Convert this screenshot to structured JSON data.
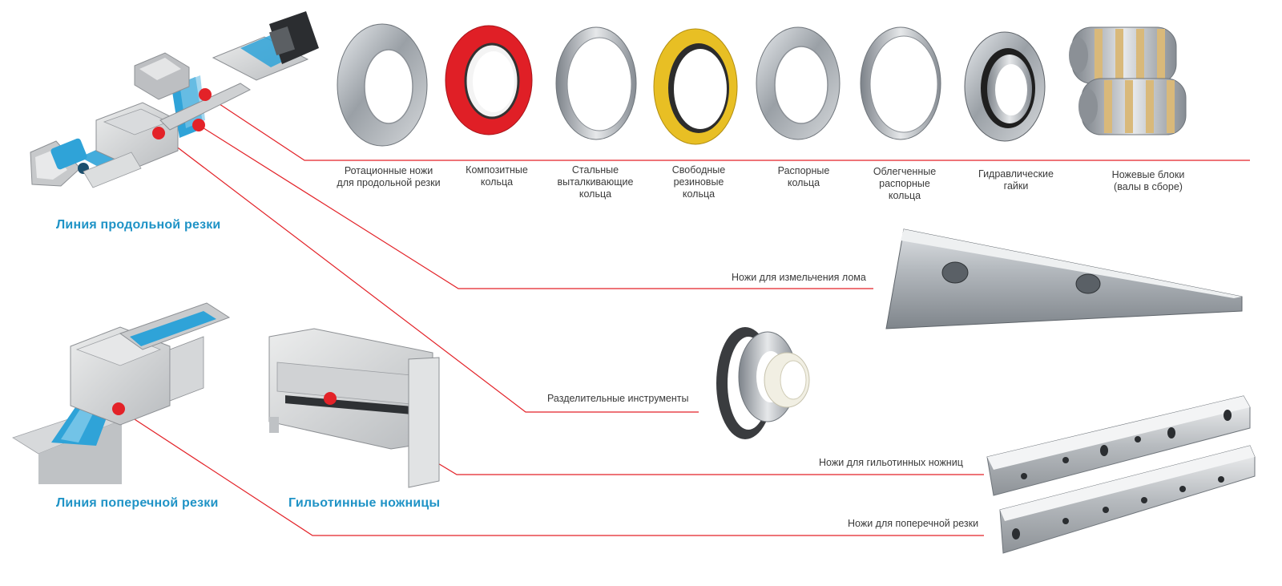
{
  "machines": {
    "slitting_line": "Линия продольной резки",
    "cut_to_length_line": "Линия поперечной резки",
    "guillotine": "Гильотинные ножницы"
  },
  "products": [
    "Ротационные ножи\nдля продольной резки",
    "Композитные\nкольца",
    "Стальные\nвыталкивающие\nкольца",
    "Свободные\nрезиновые\nкольца",
    "Распорные\nкольца",
    "Облегченные\nраспорные\nкольца",
    "Гидравлические\nгайки",
    "Ножевые блоки\n(валы в сборе)"
  ],
  "callouts": {
    "scrap_knives": "Ножи для измельчения лома",
    "separating_tools": "Разделительные инструменты",
    "guillotine_knives": "Ножи для гильотинных ножниц",
    "cross_cut_knives": "Ножи для поперечной резки"
  },
  "colors": {
    "accent_red": "#e32228",
    "title_blue": "#1f93c6",
    "strip_blue": "#2fa3d8",
    "machine_gray": "#c8cacc",
    "steel": "#9aa0a6"
  }
}
